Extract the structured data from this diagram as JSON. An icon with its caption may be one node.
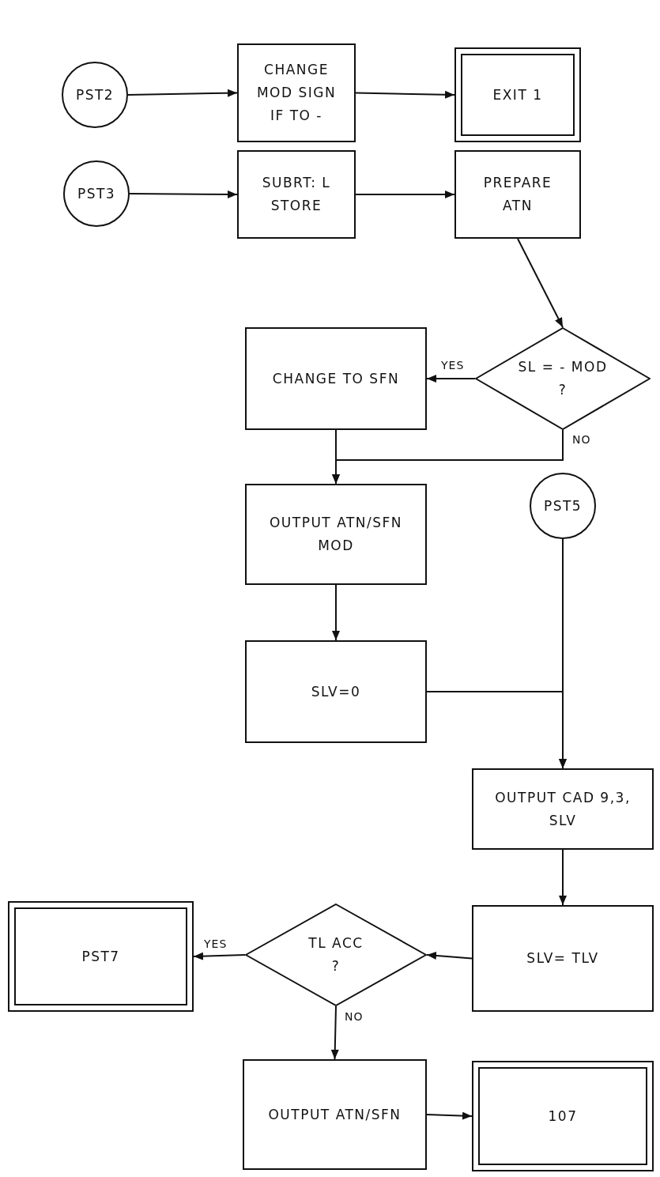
{
  "diagram": {
    "nodes": [
      {
        "text": [
          "PST2"
        ]
      },
      {
        "text": [
          "CHANGE MOD SIGN IF TO -"
        ]
      },
      {
        "text": [
          "EXIT 1"
        ]
      },
      {
        "text": [
          "PST3"
        ]
      },
      {
        "text": [
          "SUBRT: L STORE"
        ]
      },
      {
        "text": [
          "PREPARE ATN"
        ]
      },
      {
        "text": [
          "SL = - MOD",
          "?"
        ]
      },
      {
        "text": [
          "CHANGE TO SFN"
        ]
      },
      {
        "text": [
          "OUTPUT ATN/SFN MOD"
        ]
      },
      {
        "text": [
          "PST5"
        ]
      },
      {
        "text": [
          "SLV=0"
        ]
      },
      {
        "text": [
          "OUTPUT CAD 9,3, SLV"
        ]
      },
      {
        "text": [
          "SLV= TLV"
        ]
      },
      {
        "text": [
          "TL ACC",
          "?"
        ]
      },
      {
        "text": [
          "PST7"
        ]
      },
      {
        "text": [
          "OUTPUT ATN/SFN"
        ]
      },
      {
        "text": [
          "107"
        ]
      }
    ],
    "edges": [
      {
        "from": 0,
        "to": 1,
        "arrow": "to"
      },
      {
        "from": 1,
        "to": 2,
        "arrow": "to"
      },
      {
        "from": 3,
        "to": 4,
        "arrow": "to"
      },
      {
        "from": 4,
        "to": 5,
        "arrow": "to"
      },
      {
        "from": 5,
        "to": 6,
        "arrow": "to"
      },
      {
        "from": 6,
        "to": 7,
        "arrow": "to",
        "label": "YES"
      },
      {
        "from": 6,
        "to": 8,
        "arrow": "to",
        "label": "NO"
      },
      {
        "from": 7,
        "to": 8,
        "arrow": "to"
      },
      {
        "from": 8,
        "to": 10,
        "arrow": "to"
      },
      {
        "from": 10,
        "to": 11,
        "arrow": "to"
      },
      {
        "from": 9,
        "to": 11,
        "arrow": "to"
      },
      {
        "from": 11,
        "to": 12,
        "arrow": "to"
      },
      {
        "from": 12,
        "to": 13,
        "arrow": "to"
      },
      {
        "from": 13,
        "to": 14,
        "arrow": "to",
        "label": "YES"
      },
      {
        "from": 13,
        "to": 15,
        "arrow": "to",
        "label": "NO"
      },
      {
        "from": 15,
        "to": 16,
        "arrow": "to"
      }
    ]
  }
}
